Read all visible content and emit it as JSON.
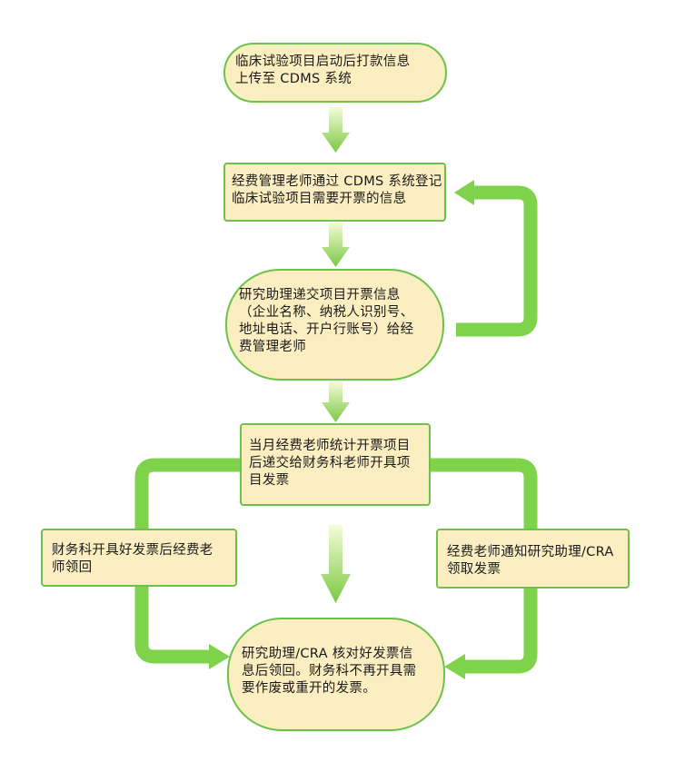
{
  "colors": {
    "box_fill": "#fbeec1",
    "box_border": "#6cc24a",
    "connector_green": "#7ed34a",
    "arrow_gradient_top": "#f7fbd9",
    "arrow_gradient_bottom": "#7ac943"
  },
  "nodes": {
    "start": {
      "text": "临床试验项目启动后打款信息\n上传至 CDMS 系统"
    },
    "register": {
      "text": "经费管理老师通过 CDMS 系统登记\n临床试验项目需要开票的信息"
    },
    "submit_info": {
      "text": "研究助理递交项目开票信息\n（企业名称、纳税人识别号、\n地址电话、开户行账号）给经\n费管理老师"
    },
    "monthly_stats": {
      "text": "当月经费老师统计开票项目\n后递交给财务科老师开具项\n目发票"
    },
    "finance_collect": {
      "text": "财务科开具好发票后经费老\n师领回"
    },
    "notify": {
      "text": "经费老师通知研究助理/CRA\n领取发票"
    },
    "verify": {
      "text": "研究助理/CRA 核对好发票信\n息后领回。财务科不再开具需\n要作废或重开的发票。"
    }
  }
}
